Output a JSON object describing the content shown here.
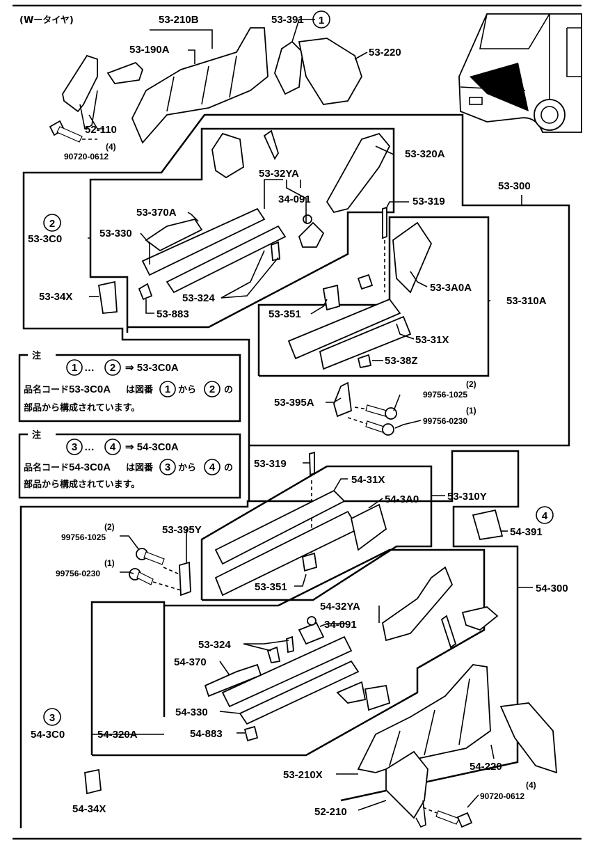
{
  "header": {
    "tire_note": "(Wータイヤ)"
  },
  "notes": [
    {
      "title": "注",
      "range_start": "1",
      "range_end": "2",
      "arrow_text": "⇒ 53-3C0A",
      "line1_prefix": "品名コード",
      "line1_code": "53-3C0A",
      "line1_mid": "は図番",
      "line1_from": "1",
      "line1_kara": "から",
      "line1_to": "2",
      "line1_no": "の",
      "line2": "部品から構成されています。"
    },
    {
      "title": "注",
      "range_start": "3",
      "range_end": "4",
      "arrow_text": "⇒ 54-3C0A",
      "line1_prefix": "品名コード",
      "line1_code": "54-3C0A",
      "line1_mid": "は図番",
      "line1_from": "3",
      "line1_kara": "から",
      "line1_to": "4",
      "line1_no": "の",
      "line2": "部品から構成されています。"
    }
  ],
  "markers": {
    "m1": "1",
    "m2": "2",
    "m3": "3",
    "m4": "4",
    "ellipsis": "…"
  },
  "labels": {
    "p53_210B": "53-210B",
    "p53_391": "53-391",
    "p53_190A": "53-190A",
    "p53_220": "53-220",
    "p52_110": "52-110",
    "p90720_0612_top": "90720-0612",
    "q4_top": "(4)",
    "p53_320A": "53-320A",
    "p53_32YA": "53-32YA",
    "p34_091_top": "34-091",
    "p53_300": "53-300",
    "p53_319_top": "53-319",
    "p53_370A": "53-370A",
    "p53_330": "53-330",
    "p53_3C0": "53-3C0",
    "p53_34X": "53-34X",
    "p53_324_top": "53-324",
    "p53_883": "53-883",
    "p53_3A0A": "53-3A0A",
    "p53_310A": "53-310A",
    "p53_351_top": "53-351",
    "p53_31X": "53-31X",
    "p53_38Z": "53-38Z",
    "p53_395A": "53-395A",
    "p99756_1025_top": "99756-1025",
    "q2_top": "(2)",
    "p99756_0230_top": "99756-0230",
    "q1_top": "(1)",
    "p53_319_bottom": "53-319",
    "p54_31X": "54-31X",
    "p54_3A0": "54-3A0",
    "p53_310Y": "53-310Y",
    "p54_391": "54-391",
    "p53_395Y": "53-395Y",
    "p99756_1025_bottom": "99756-1025",
    "q2_bottom": "(2)",
    "p99756_0230_bottom": "99756-0230",
    "q1_bottom": "(1)",
    "p53_351_bottom": "53-351",
    "p54_300": "54-300",
    "p54_32YA": "54-32YA",
    "p34_091_bottom": "34-091",
    "p53_324_bottom": "53-324",
    "p54_370": "54-370",
    "p54_330": "54-330",
    "p54_3C0": "54-3C0",
    "p54_320A": "54-320A",
    "p54_883": "54-883",
    "p54_220": "54-220",
    "p53_210X": "53-210X",
    "p54_34X": "54-34X",
    "p52_210": "52-210",
    "p90720_0612_bottom": "90720-0612",
    "q4_bottom": "(4)"
  }
}
